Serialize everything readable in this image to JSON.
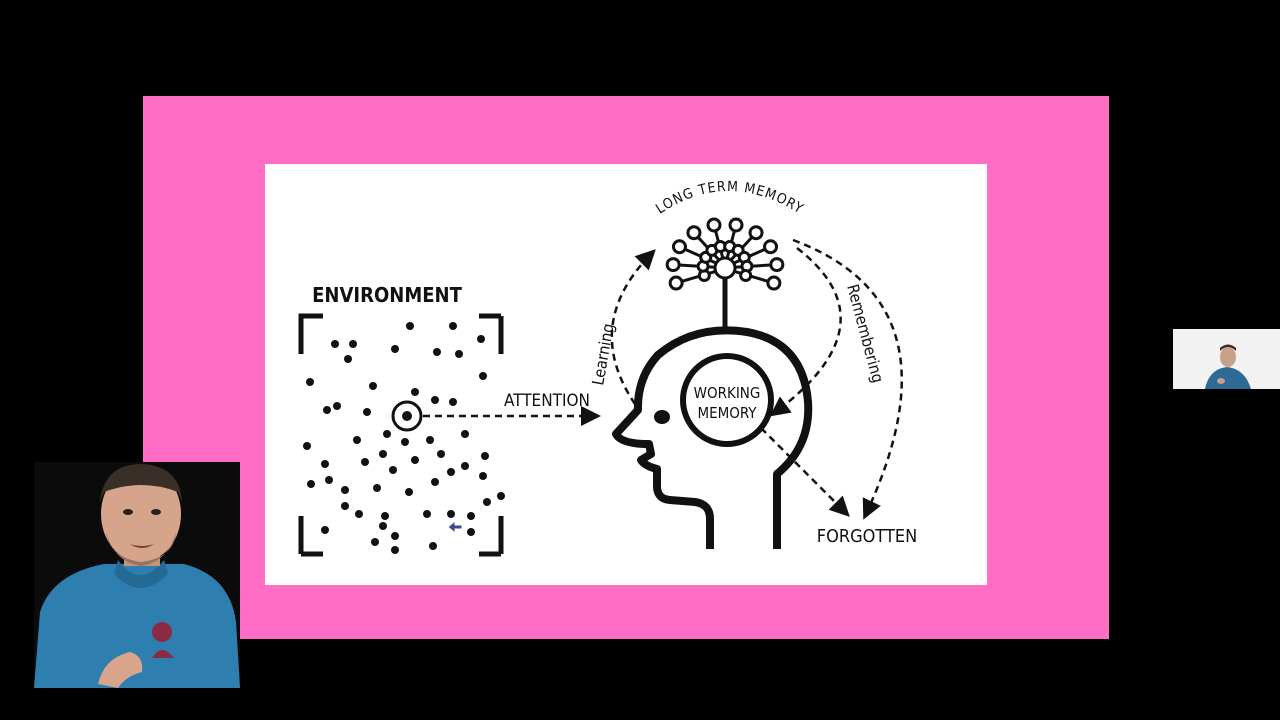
{
  "slide": {
    "environment": "ENVIRONMENT",
    "attention": "ATTENTION",
    "long_term_memory": "LONG TERM MEMORY",
    "learning": "Learning",
    "remembering": "Remembering",
    "working_memory_line1": "WORKING",
    "working_memory_line2": "MEMORY",
    "forgotten": "FORGOTTEN"
  },
  "colors": {
    "frame": "#ff6ec4",
    "background": "#000000",
    "slide": "#ffffff",
    "ink": "#111111",
    "shirt": "#2e7fb0"
  },
  "icons": {
    "cursor": "cursor-icon",
    "brain_tree": "neural-tree-icon",
    "head": "head-profile-icon"
  }
}
